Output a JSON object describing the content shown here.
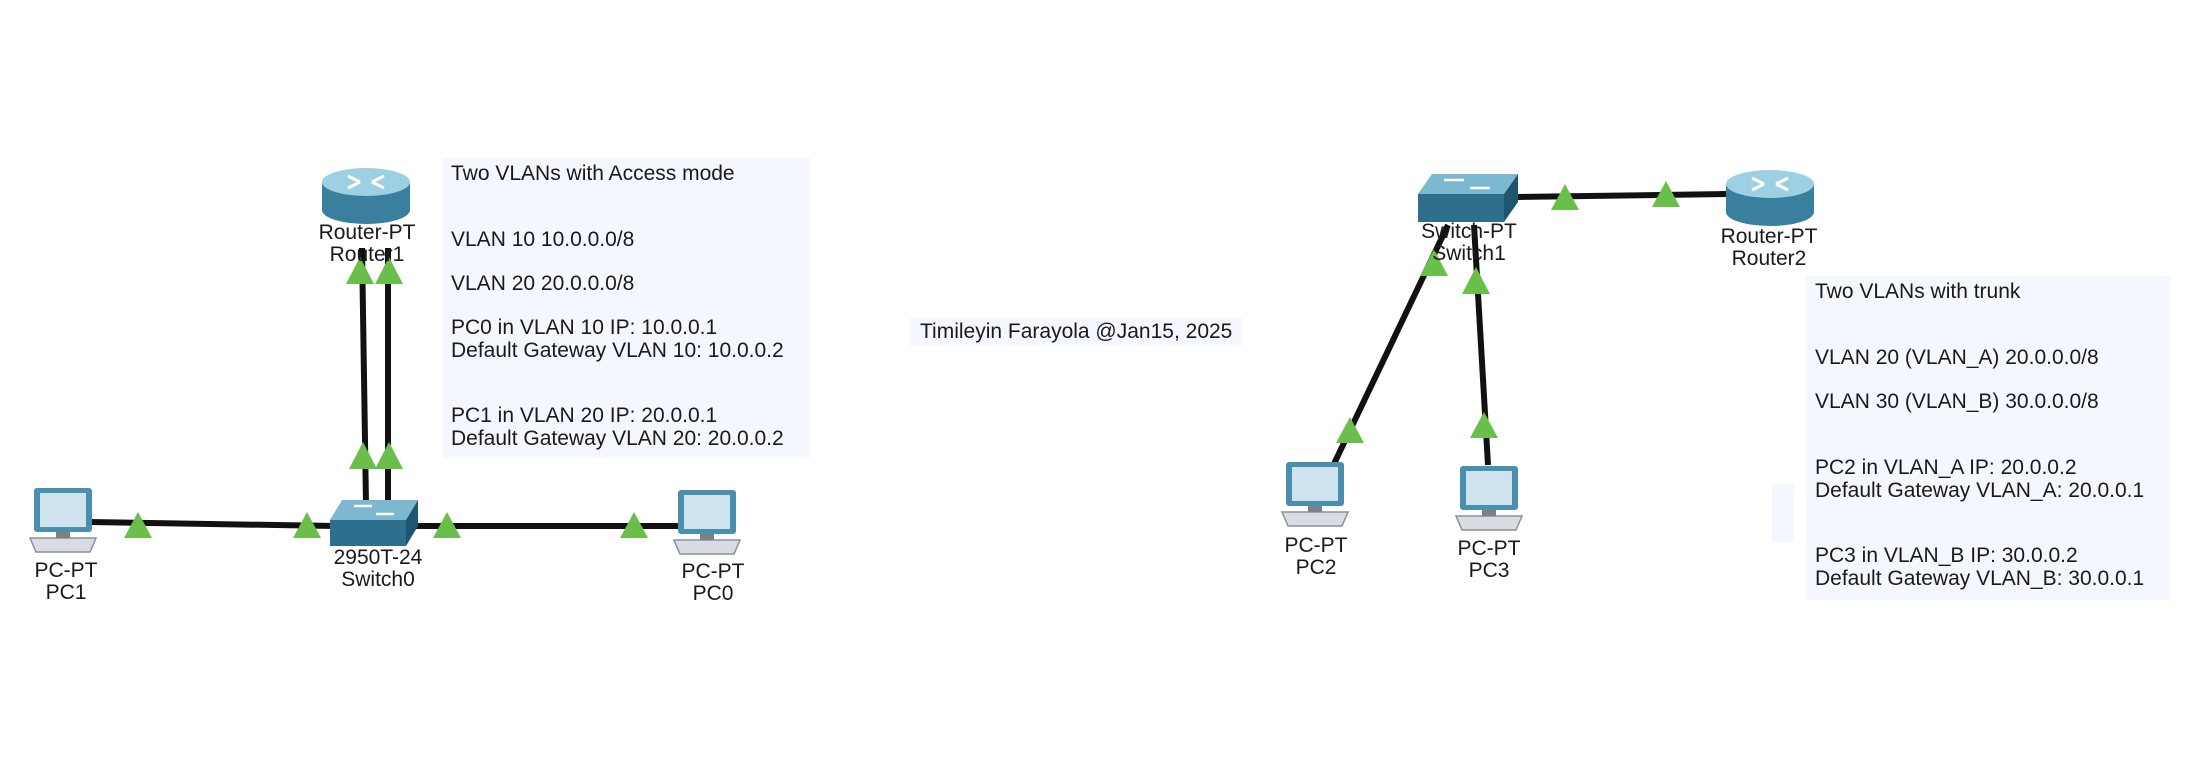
{
  "colors": {
    "link": "#111111",
    "port_up": "#6abf4b",
    "note_bg": "#f5f7fe",
    "device_blue": "#4a8fae",
    "device_dark": "#2e6f8d",
    "router_top": "#8cc4d8",
    "pc_body": "#d9dde3",
    "pc_screen": "#cfe3ef"
  },
  "watermark": "Timileyin Farayola @Jan15, 2025",
  "left_topology": {
    "devices": {
      "router1": {
        "model": "Router-PT",
        "name": "Router1",
        "icon": "router-icon"
      },
      "switch0": {
        "model": "2950T-24",
        "name": "Switch0",
        "icon": "switch-icon"
      },
      "pc1": {
        "model": "PC-PT",
        "name": "PC1",
        "icon": "pc-icon"
      },
      "pc0": {
        "model": "PC-PT",
        "name": "PC0",
        "icon": "pc-icon"
      }
    },
    "note": {
      "title": "Two VLANs with Access mode",
      "vlan10": "VLAN 10  10.0.0.0/8",
      "vlan20": "VLAN 20 20.0.0.0/8",
      "pc0_ip": "PC0 in VLAN 10 IP: 10.0.0.1",
      "pc0_gw": "Default Gateway VLAN 10: 10.0.0.2",
      "pc1_ip": "PC1 in VLAN 20 IP: 20.0.0.1",
      "pc1_gw": "Default Gateway VLAN 20: 20.0.0.2"
    }
  },
  "right_topology": {
    "devices": {
      "switch1": {
        "model": "Switch-PT",
        "name": "Switch1",
        "icon": "switch-icon"
      },
      "router2": {
        "model": "Router-PT",
        "name": "Router2",
        "icon": "router-icon"
      },
      "pc2": {
        "model": "PC-PT",
        "name": "PC2",
        "icon": "pc-icon"
      },
      "pc3": {
        "model": "PC-PT",
        "name": "PC3",
        "icon": "pc-icon"
      }
    },
    "note": {
      "title": "Two VLANs with trunk",
      "vlan20": "VLAN 20 (VLAN_A) 20.0.0.0/8",
      "vlan30": "VLAN 30 (VLAN_B) 30.0.0.0/8",
      "pc2_ip": "PC2 in VLAN_A IP: 20.0.0.2",
      "pc2_gw": "Default Gateway VLAN_A: 20.0.0.1",
      "pc3_ip": "PC3 in VLAN_B IP: 30.0.0.2",
      "pc3_gw": "Default Gateway VLAN_B: 30.0.0.1"
    }
  }
}
